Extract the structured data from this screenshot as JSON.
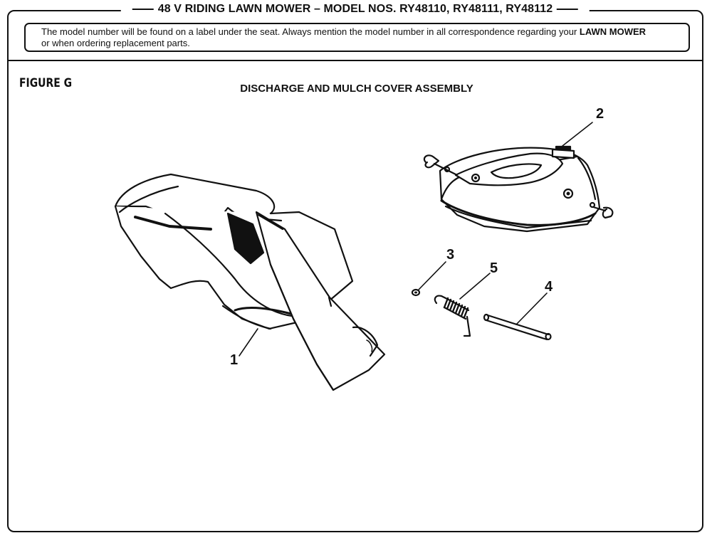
{
  "header": {
    "title": "48 V RIDING LAWN MOWER – MODEL NOS. RY48110, RY48111, RY48112",
    "notice_text": "The model number will be found on a label under the seat. Always mention the model number in all correspondence regarding your ",
    "notice_bold": "LAWN MOWER",
    "notice_tail": " or when ordering replacement parts."
  },
  "figure": {
    "label": "FIGURE G",
    "title": "DISCHARGE AND MULCH COVER ASSEMBLY"
  },
  "callouts": [
    "1",
    "2",
    "3",
    "4",
    "5"
  ]
}
